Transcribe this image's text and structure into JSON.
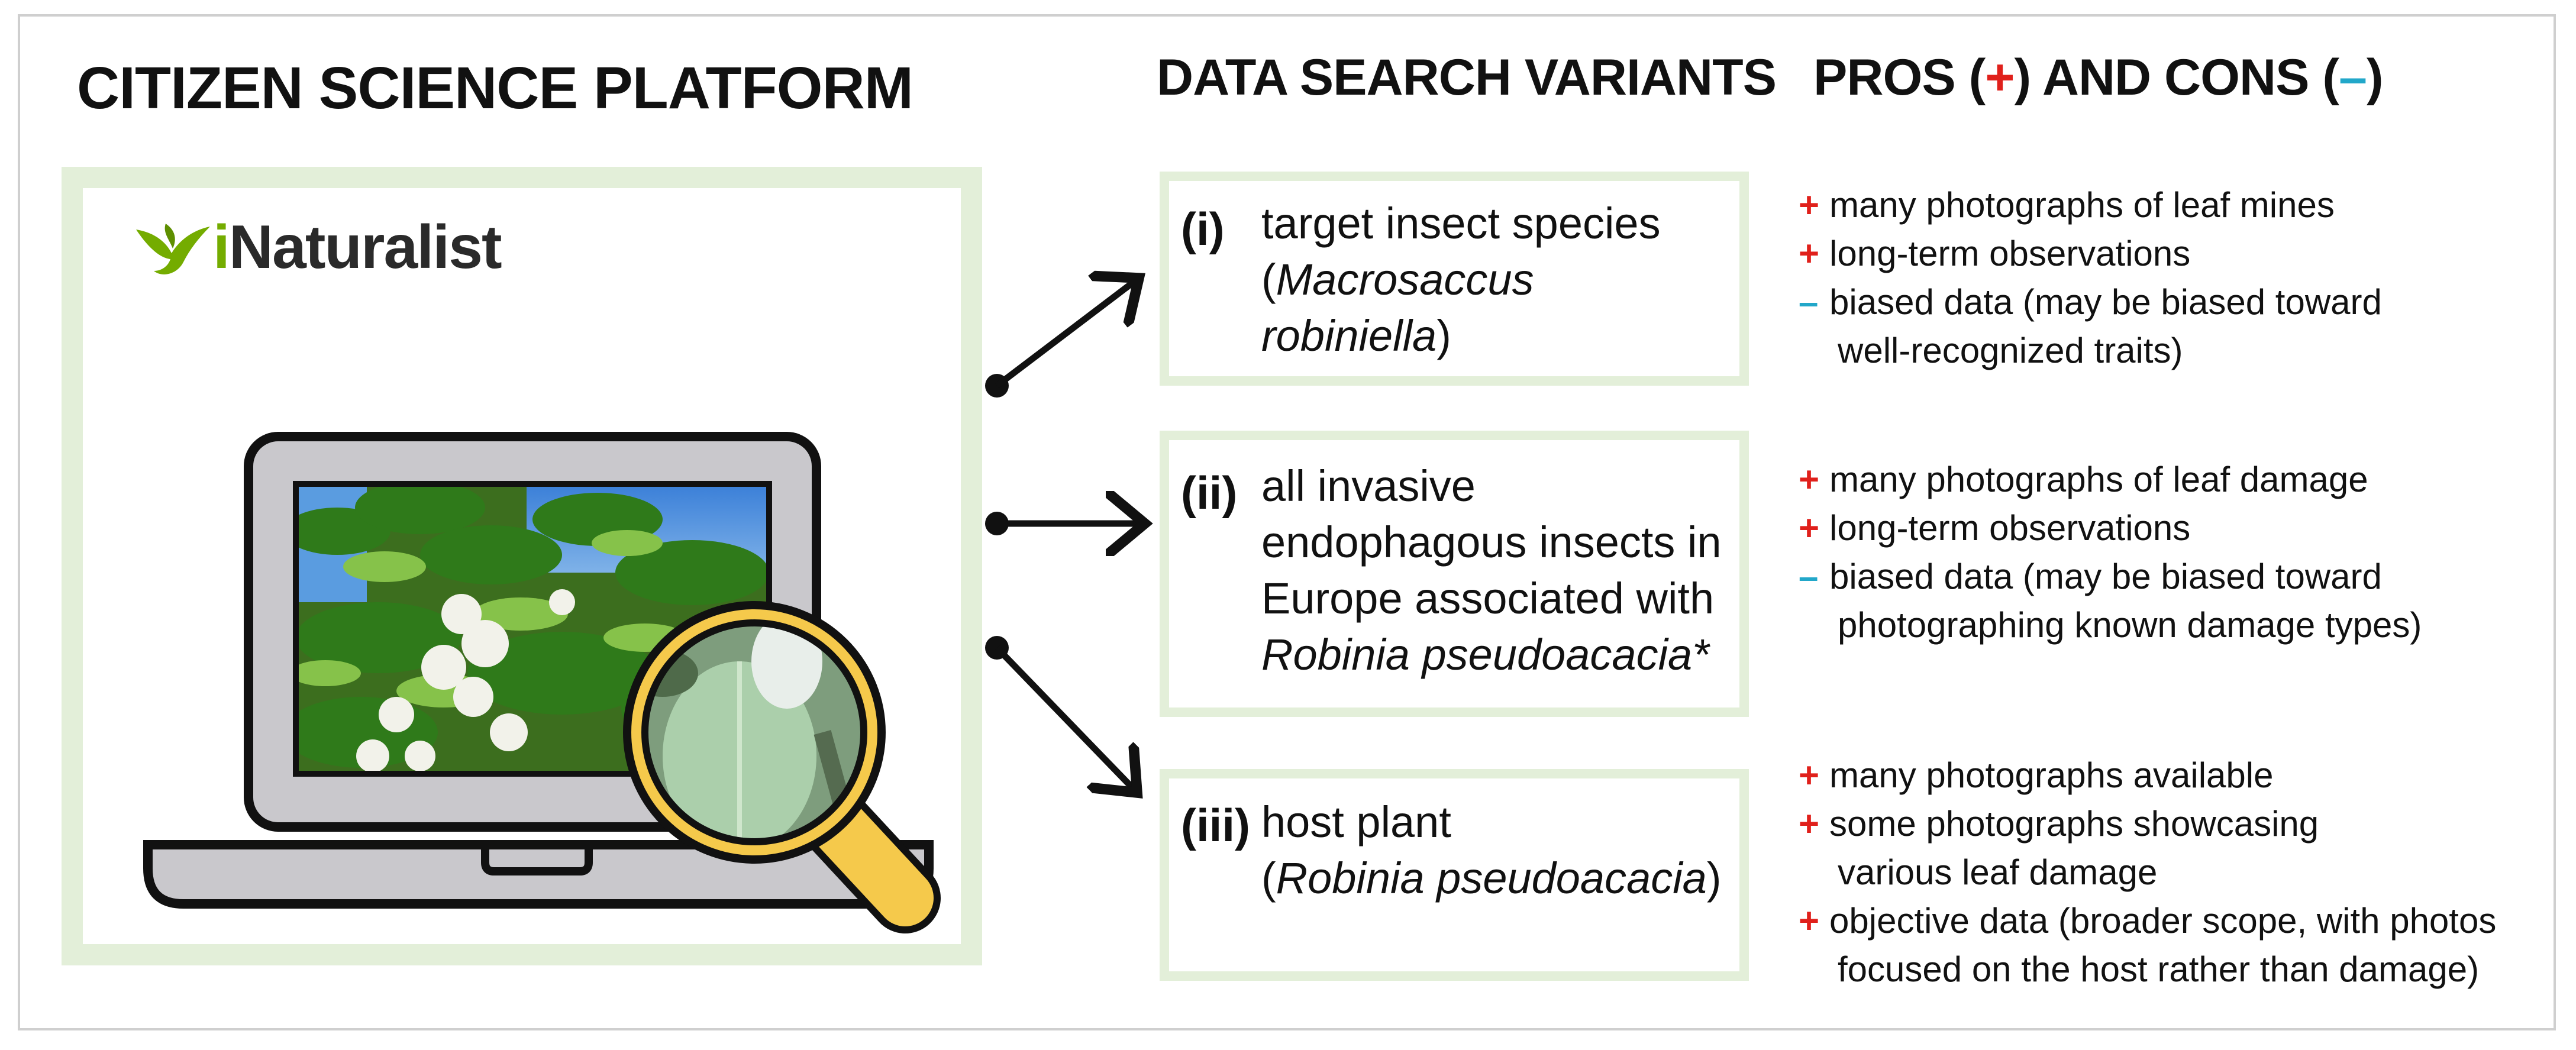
{
  "title": "CITIZEN SCIENCE PLATFORM",
  "search_heading": "DATA SEARCH VARIANTS",
  "pros_heading": {
    "prefix": "PROS (",
    "plus": "+",
    "mid": ") AND CONS (",
    "minus": "–",
    "suffix": ")"
  },
  "platform": {
    "logo_i": "i",
    "logo_rest": "Naturalist"
  },
  "colors": {
    "box_bg": "#e3efd9",
    "plus": "#e0201b",
    "minus": "#22a7c9",
    "inat_green": "#74ac00",
    "magnifier": "#f5c94b"
  },
  "variants": [
    {
      "num": "(i)",
      "lines": [
        "target insect species",
        "(",
        "Macrosaccus",
        "robiniella",
        ")"
      ]
    },
    {
      "num": "(ii)",
      "lines": [
        "all invasive",
        "endophagous insects in",
        "Europe associated with",
        "Robinia pseudoacacia*"
      ]
    },
    {
      "num": "(iii)",
      "lines": [
        "host plant",
        "(",
        "Robinia pseudoacacia",
        ")"
      ]
    }
  ],
  "pros_cons": [
    [
      {
        "sign": "+",
        "text": "many photographs of leaf mines"
      },
      {
        "sign": "+",
        "text": "long-term observations"
      },
      {
        "sign": "–",
        "text": "biased data (may be biased toward"
      },
      {
        "sign": "",
        "text": "well-recognized traits)"
      }
    ],
    [
      {
        "sign": "+",
        "text": "many photographs of leaf damage"
      },
      {
        "sign": "+",
        "text": "long-term observations"
      },
      {
        "sign": "–",
        "text": "biased data (may be biased toward"
      },
      {
        "sign": "",
        "text": "photographing known damage types)"
      }
    ],
    [
      {
        "sign": "+",
        "text": "many photographs available"
      },
      {
        "sign": "+",
        "text": "some photographs showcasing"
      },
      {
        "sign": "",
        "text": "various leaf damage"
      },
      {
        "sign": "+",
        "text": "objective data (broader scope, with photos"
      },
      {
        "sign": "",
        "text": "focused on the host rather than damage)"
      }
    ]
  ]
}
